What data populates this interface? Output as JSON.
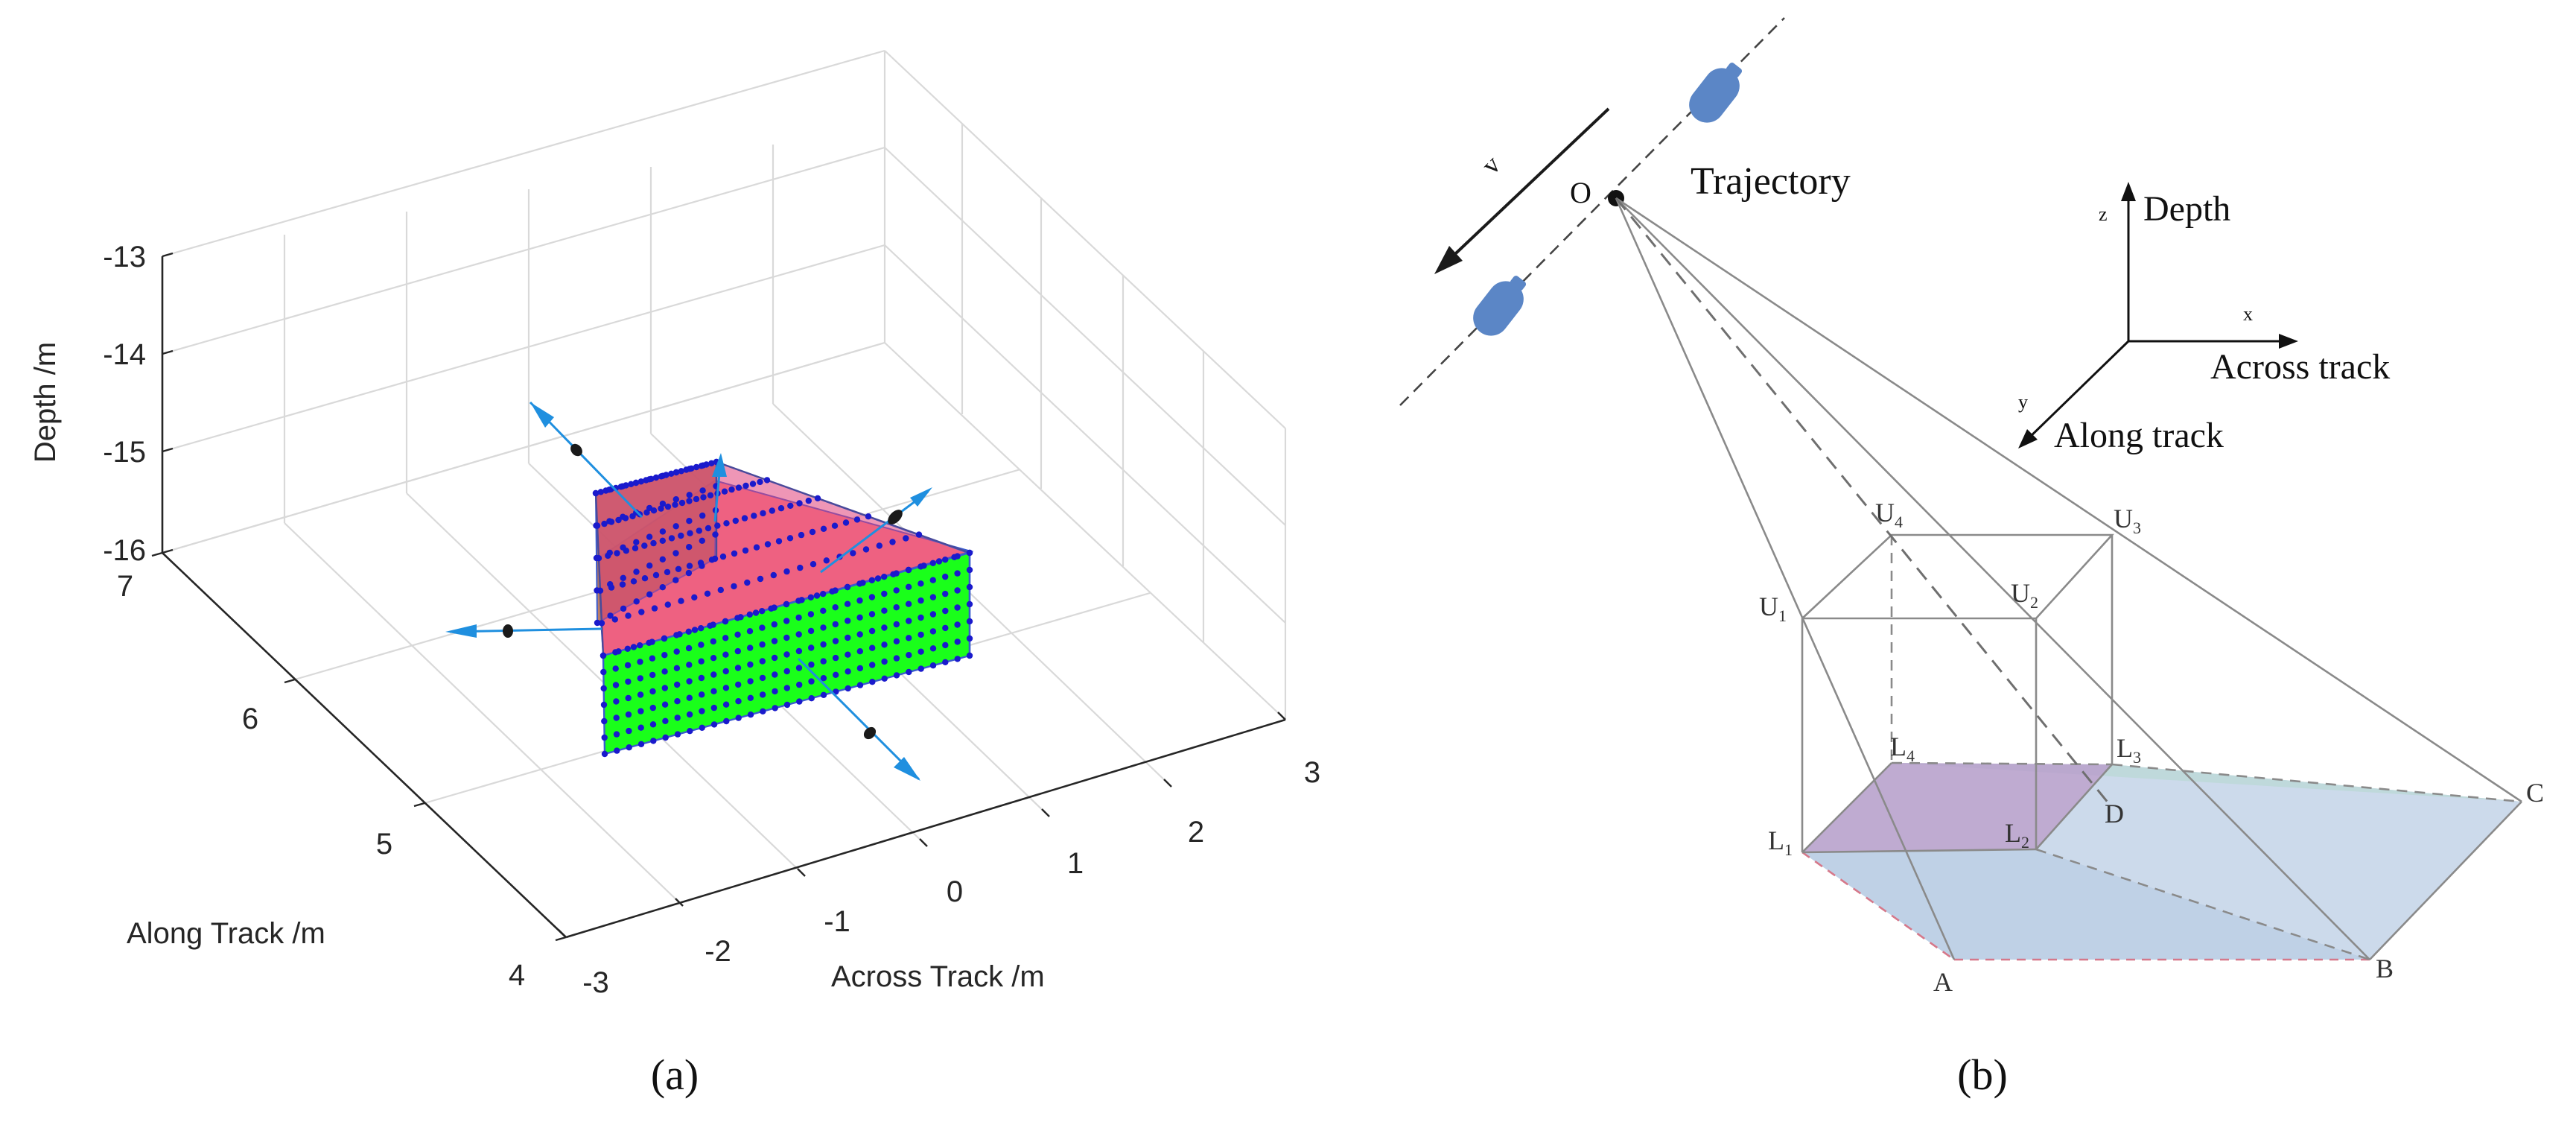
{
  "panels": {
    "a": {
      "caption": "(a)"
    },
    "b": {
      "caption": "(b)"
    }
  },
  "plot3d": {
    "z_axis_label": "Depth /m",
    "y_axis_label": "Along Track /m",
    "x_axis_label": "Across Track /m",
    "z_ticks": [
      "-13",
      "-14",
      "-15",
      "-16"
    ],
    "y_ticks": [
      "7",
      "6",
      "5",
      "4"
    ],
    "x_ticks": [
      "-3",
      "-2",
      "-1",
      "0",
      "1",
      "2",
      "3"
    ],
    "colors": {
      "front_face": "#1aff1a",
      "slope_face": "#e0407a",
      "bottom_face": "#ff8a8a",
      "side_face": "#b4725a",
      "points": "#1a1acc",
      "normals": "#1f8fdf"
    }
  },
  "geometry": {
    "trajectory_label": "Trajectory",
    "velocity_label": "v",
    "origin_label": "O",
    "depth_label": "Depth",
    "across_label": "Across track",
    "along_label": "Along track",
    "z_letter": "z",
    "x_letter": "x",
    "y_letter": "y",
    "points": {
      "U": "U",
      "L": "L",
      "sub1": "1",
      "sub2": "2",
      "sub3": "3",
      "sub4": "4",
      "A": "A",
      "B": "B",
      "C": "C",
      "D": "D"
    },
    "colors": {
      "vehicle": "#5b86c6",
      "left_face": "#b8a2cc",
      "base_face": "#aac1dd",
      "right_face": "#bcd8d8"
    }
  }
}
